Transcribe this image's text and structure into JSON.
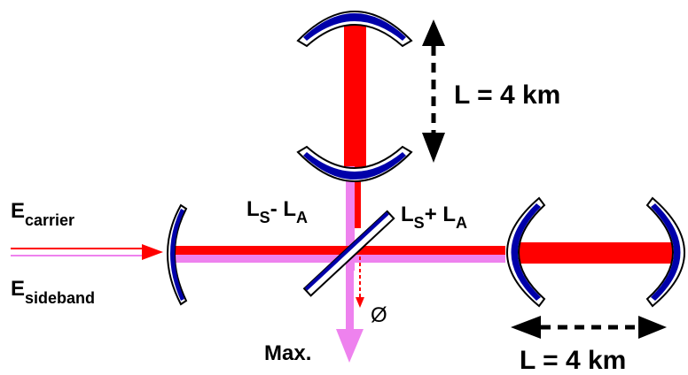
{
  "labels": {
    "e_carrier": {
      "base": "E",
      "sub": "carrier"
    },
    "e_sideband": {
      "base": "E",
      "sub": "sideband"
    },
    "ls_minus_la": {
      "l1": "L",
      "s1": "S",
      "op": "- ",
      "l2": "L",
      "s2": "A"
    },
    "ls_plus_la": {
      "l1": "L",
      "s1": "S",
      "op": "+ ",
      "l2": "L",
      "s2": "A"
    },
    "length_vertical": "L = 4 km",
    "length_horizontal": "L = 4 km",
    "dark_port": "Ø",
    "bright_port": "Max."
  },
  "colors": {
    "carrier": "#ff0000",
    "sideband": "#ee82ee",
    "mirror_coating": "#0000aa",
    "mirror_substrate": "#ffffff",
    "outline": "#000000"
  }
}
